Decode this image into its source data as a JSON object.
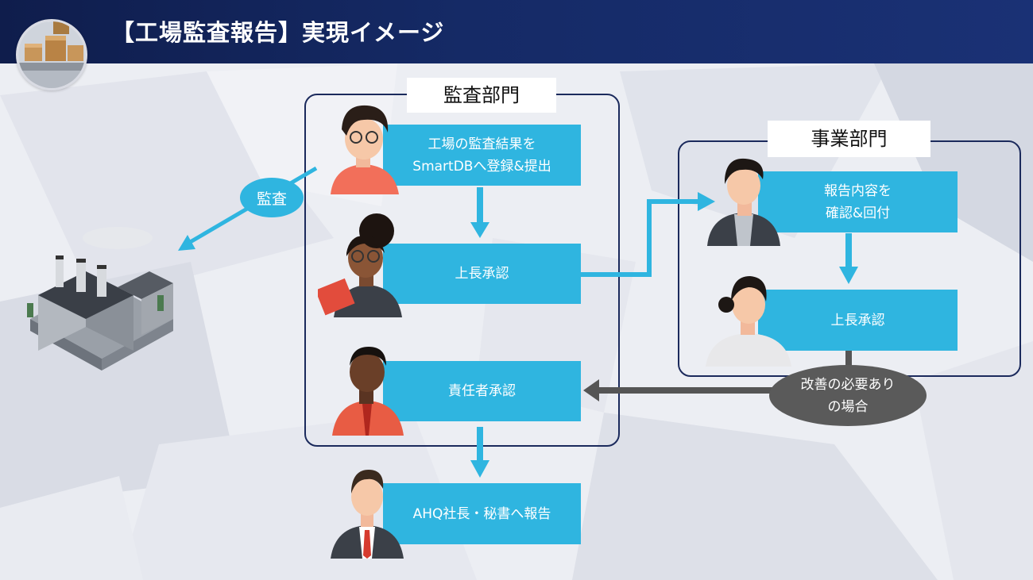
{
  "header": {
    "title": "【工場監査報告】実現イメージ"
  },
  "icons": {
    "logo": "factory-boxes-icon",
    "factory": "factory-building-icon"
  },
  "colors": {
    "header": "#152a66",
    "step": "#2fb5e0",
    "arrow_blue": "#2fb5e0",
    "arrow_gray": "#555555",
    "frame": "#1b2a5c"
  },
  "audit_bubble": "監査",
  "audit_dept": {
    "label": "監査部門",
    "steps": [
      {
        "lines": [
          "工場の監査結果を",
          "SmartDBへ登録&提出"
        ]
      },
      {
        "lines": [
          "上長承認"
        ]
      },
      {
        "lines": [
          "責任者承認"
        ]
      }
    ]
  },
  "business_dept": {
    "label": "事業部門",
    "steps": [
      {
        "lines": [
          "報告内容を",
          "確認&回付"
        ]
      },
      {
        "lines": [
          "上長承認"
        ]
      }
    ]
  },
  "improvement_bubble": {
    "lines": [
      "改善の必要あり",
      "の場合"
    ]
  },
  "final_step": {
    "lines": [
      "AHQ社長・秘書へ報告"
    ]
  }
}
